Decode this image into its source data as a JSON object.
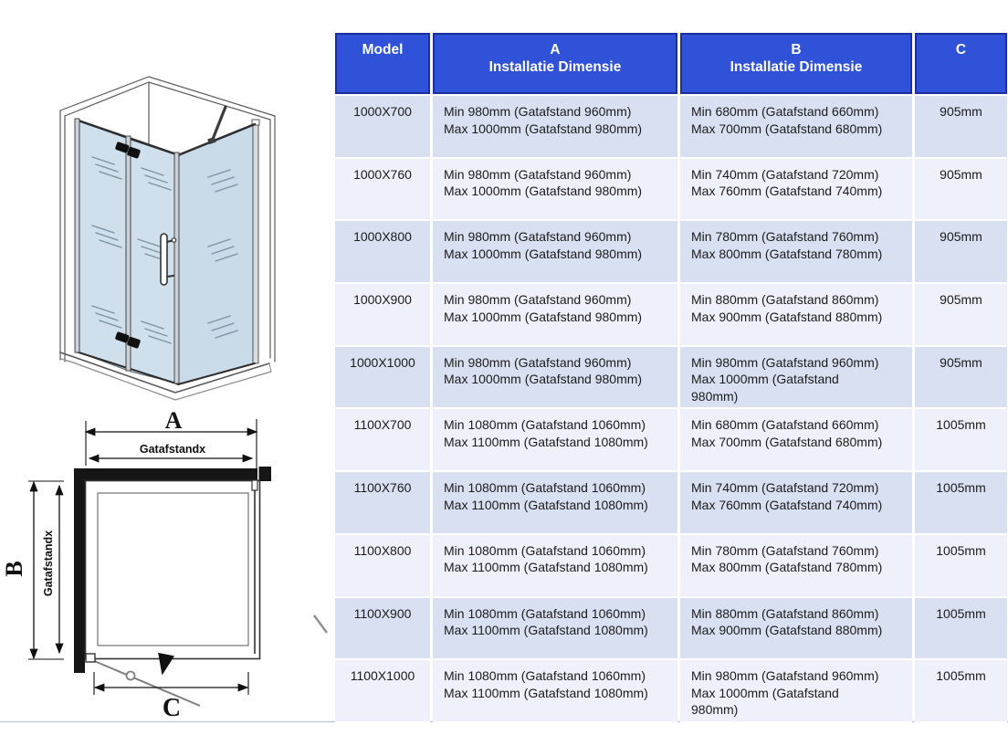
{
  "table": {
    "headers": {
      "model": "Model",
      "a": "A",
      "a_sub": "Installatie Dimensie",
      "b": "B",
      "b_sub": "Installatie Dimensie",
      "c": "C"
    },
    "rows": [
      {
        "model": "1000X700",
        "a_min": "Min 980mm (Gatafstand 960mm)",
        "a_max": "Max 1000mm (Gatafstand 980mm)",
        "b_min": "Min 680mm (Gatafstand 660mm)",
        "b_max": "Max 700mm (Gatafstand 680mm)",
        "c": "905mm"
      },
      {
        "model": "1000X760",
        "a_min": "Min 980mm (Gatafstand 960mm)",
        "a_max": "Max 1000mm (Gatafstand 980mm)",
        "b_min": "Min 740mm (Gatafstand 720mm)",
        "b_max": "Max 760mm (Gatafstand 740mm)",
        "c": "905mm"
      },
      {
        "model": "1000X800",
        "a_min": "Min 980mm (Gatafstand 960mm)",
        "a_max": "Max 1000mm (Gatafstand 980mm)",
        "b_min": "Min 780mm (Gatafstand 760mm)",
        "b_max": "Max 800mm (Gatafstand 780mm)",
        "c": "905mm"
      },
      {
        "model": "1000X900",
        "a_min": "Min 980mm (Gatafstand 960mm)",
        "a_max": "Max 1000mm (Gatafstand 980mm)",
        "b_min": "Min 880mm (Gatafstand 860mm)",
        "b_max": "Max 900mm (Gatafstand 880mm)",
        "c": "905mm"
      },
      {
        "model": "1000X1000",
        "a_min": "Min 980mm (Gatafstand 960mm)",
        "a_max": "Max 1000mm (Gatafstand 980mm)",
        "b_min": "Min 980mm (Gatafstand 960mm)",
        "b_max": "Max 1000mm (Gatafstand\n980mm)",
        "c": "905mm"
      },
      {
        "model": "1100X700",
        "a_min": "Min 1080mm (Gatafstand 1060mm)",
        "a_max": "Max 1100mm (Gatafstand 1080mm)",
        "b_min": "Min 680mm (Gatafstand 660mm)",
        "b_max": "Max 700mm (Gatafstand 680mm)",
        "c": "1005mm"
      },
      {
        "model": "1100X760",
        "a_min": "Min 1080mm (Gatafstand 1060mm)",
        "a_max": "Max 1100mm (Gatafstand 1080mm)",
        "b_min": "Min 740mm (Gatafstand 720mm)",
        "b_max": "Max 760mm (Gatafstand 740mm)",
        "c": "1005mm"
      },
      {
        "model": "1100X800",
        "a_min": "Min 1080mm (Gatafstand 1060mm)",
        "a_max": "Max 1100mm (Gatafstand 1080mm)",
        "b_min": "Min 780mm (Gatafstand 760mm)",
        "b_max": "Max 800mm (Gatafstand 780mm)",
        "c": "1005mm"
      },
      {
        "model": "1100X900",
        "a_min": "Min 1080mm (Gatafstand 1060mm)",
        "a_max": "Max 1100mm (Gatafstand 1080mm)",
        "b_min": "Min 880mm (Gatafstand 860mm)",
        "b_max": "Max 900mm (Gatafstand 880mm)",
        "c": "1005mm"
      },
      {
        "model": "1100X1000",
        "a_min": "Min 1080mm (Gatafstand 1060mm)",
        "a_max": "Max 1100mm (Gatafstand 1080mm)",
        "b_min": "Min 980mm (Gatafstand 960mm)",
        "b_max": "Max 1000mm (Gatafstand\n980mm)",
        "c": "1005mm"
      }
    ]
  },
  "diagram": {
    "label_a": "A",
    "label_b": "B",
    "label_c": "C",
    "gatafstand_horizontal": "Gatafstandx",
    "gatafstand_vertical": "Gatafstandx"
  },
  "colors": {
    "header_bg": "#2f52d9",
    "header_border": "#1b2f9c",
    "row_dark": "#d9e0f2",
    "row_light": "#eef1fa",
    "glass": "#cfdfec"
  }
}
